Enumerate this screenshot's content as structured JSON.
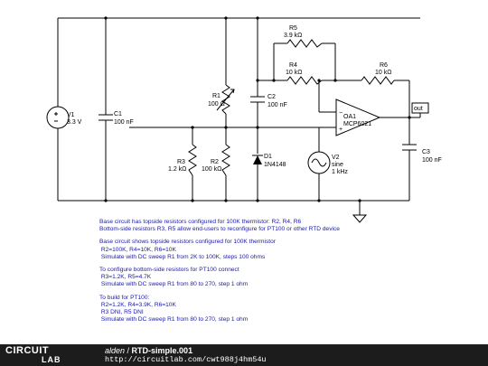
{
  "components": {
    "v1": {
      "name": "V1",
      "value": "3.3 V"
    },
    "c1": {
      "name": "C1",
      "value": "100 nF"
    },
    "r1": {
      "name": "R1",
      "value": "100 Ω"
    },
    "c2": {
      "name": "C2",
      "value": "100 nF"
    },
    "r5": {
      "name": "R5",
      "value": "3.9 kΩ"
    },
    "r4": {
      "name": "R4",
      "value": "10 kΩ"
    },
    "r6": {
      "name": "R6",
      "value": "10 kΩ"
    },
    "oa1": {
      "name": "OA1",
      "value": "MCP6021"
    },
    "r3": {
      "name": "R3",
      "value": "1.2 kΩ"
    },
    "r2": {
      "name": "R2",
      "value": "100 kΩ"
    },
    "d1": {
      "name": "D1",
      "value": "1N4148"
    },
    "v2": {
      "name": "V2",
      "type": "sine",
      "value": "1 kHz"
    },
    "c3": {
      "name": "C3",
      "value": "100 nF"
    }
  },
  "out_label": "out",
  "notes": [
    [
      "Base circuit has topside resistors configured for 100K thermistor: R2, R4, R6",
      "Bottom-side resistors R3, R5 allow end-users to reconfigure for PT100 or other RTD device"
    ],
    [
      "Base circuit shows topside resistors configured for 100K thermistor",
      " R2=100K, R4=10K, R6=10K",
      " Simulate with DC sweep R1 from 2K to 100K, steps 100 ohms"
    ],
    [
      "To configure bottom-side resistors for PT100 connect",
      " R3=1.2K, R5=4.7K",
      " Simulate with DC sweep R1 from 80 to 270, step 1 ohm"
    ],
    [
      "To build for PT100:",
      " R2=1.2K, R4=3.9K, R6=10K",
      " R3 DNI, R5 DNI",
      " Simulate with DC sweep R1 from 80 to 270, step 1 ohm"
    ]
  ],
  "footer": {
    "logo_line1": "CIRCUIT",
    "logo_line2": "LAB",
    "author": "alden",
    "separator": " / ",
    "title": "RTD-simple.001",
    "url": "http://circuitlab.com/cwt988j4hm54u"
  }
}
